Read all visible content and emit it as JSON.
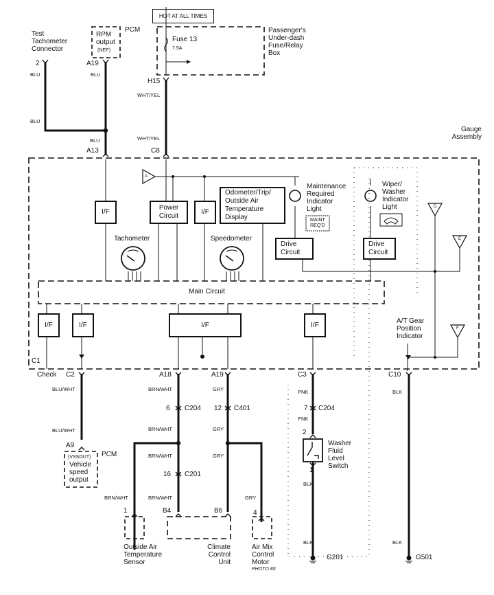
{
  "hot_label": "HOT AT ALL TIMES",
  "fuse": {
    "name": "Fuse 13",
    "rating": "7.5A"
  },
  "fuse_box": "Passenger's\nUnder-dash\nFuse/Relay\nBox",
  "test_tach": "Test\nTachometer\nConnector",
  "pcm_top": {
    "label": "PCM",
    "box": "RPM\noutput",
    "sub": "(NEP)"
  },
  "gauge_assembly": "Gauge\nAssembly",
  "pins": {
    "tach2": "2",
    "a19_top": "A19",
    "a13": "A13",
    "h15": "H15",
    "c8": "C8",
    "c1": "C1",
    "check": "Check",
    "c2": "C2",
    "a18": "A18",
    "a19_bot": "A19",
    "c3": "C3",
    "c10": "C10",
    "a9": "A9",
    "p6": "6",
    "p12": "12",
    "p16": "16",
    "p7": "7",
    "p2": "2",
    "p1": "1",
    "oat1": "1",
    "b4": "B4",
    "b6": "B6",
    "amix4": "4"
  },
  "connectors": {
    "c204a": "C204",
    "c401": "C401",
    "c201": "C201",
    "c204b": "C204"
  },
  "wires": {
    "blu": "BLU",
    "wht_yel": "WHT/YEL",
    "blu_wht": "BLU/WHT",
    "brn_wht": "BRN/WHT",
    "gry": "GRY",
    "pnk": "PNK",
    "blk": "BLK"
  },
  "components": {
    "if": "I/F",
    "power_circuit": "Power\nCircuit",
    "odometer": "Odometer/Trip/\nOutside Air\nTemperature\nDisplay",
    "maint_light": "Maintenance\nRequired\nIndicator\nLight",
    "maint_tag": "MAINT\nREQ'D",
    "wiper_light": "Wiper/\nWasher\nIndicator\nLight",
    "drive_circuit": "Drive\nCircuit",
    "tachometer": "Tachometer",
    "speedometer": "Speedometer",
    "main_circuit": "Main Circuit",
    "at_gear": "A/T Gear\nPosition\nIndicator"
  },
  "refs": {
    "a": "A",
    "d": "D",
    "e": "E",
    "f": "F"
  },
  "pcm_bottom": {
    "label": "PCM",
    "sub": "(VSSOUT)",
    "box": "Vehicle\nspeed\noutput"
  },
  "washer_switch": "Washer\nFluid\nLevel\nSwitch",
  "oat_sensor": "Outside Air\nTemperature\nSensor",
  "climate_unit": "Climate\nControl\nUnit",
  "air_mix": "Air Mix\nControl\nMotor",
  "photo": "PHOTO 80",
  "grounds": {
    "g201": "G201",
    "g501": "G501"
  }
}
